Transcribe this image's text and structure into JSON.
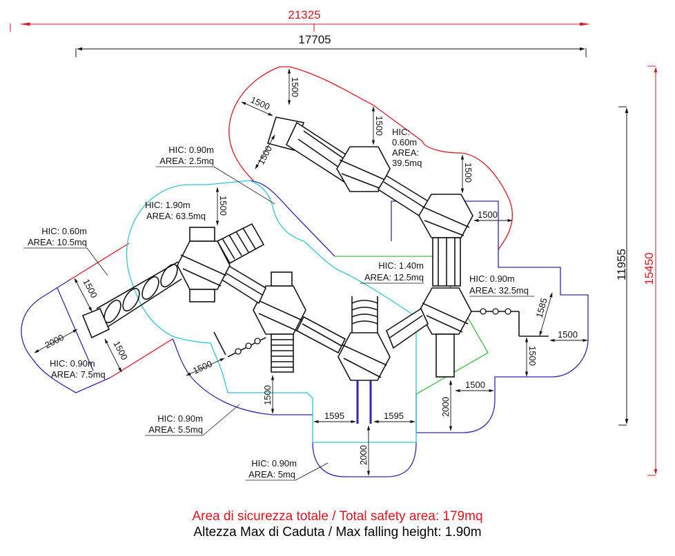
{
  "overall_dimensions": {
    "total_width_mm": "21325",
    "equipment_width_mm": "17705",
    "equipment_depth_mm": "11955",
    "total_depth_mm": "15450"
  },
  "colors": {
    "total_dimension": "#e0141c",
    "equipment_dimension": "#111111",
    "zone_red": "#e0141c",
    "zone_cyan": "#2ec4d6",
    "zone_purple": "#3a1fb0",
    "zone_green": "#3cbf3c"
  },
  "safety_zones": [
    {
      "id": "top-slide",
      "hic": "HIC:",
      "hic_value": "0.60m",
      "area": "AREA:",
      "area_value": "39.5mq",
      "color": "red"
    },
    {
      "id": "upper-left",
      "hic": "HIC: 0.90m",
      "area": "AREA: 2.5mq",
      "color": "purple"
    },
    {
      "id": "central",
      "hic": "HIC: 1.90m",
      "area": "AREA: 63.5mq",
      "color": "cyan"
    },
    {
      "id": "tube-slide",
      "hic": "HIC: 0.60m",
      "area": "AREA: 10.5mq",
      "color": "red"
    },
    {
      "id": "tube-exit",
      "hic": "HIC: 0.90m",
      "area": "AREA: 7.5mq",
      "color": "purple"
    },
    {
      "id": "middle",
      "hic": "HIC: 1.40m",
      "area": "AREA: 12.5mq",
      "color": "green"
    },
    {
      "id": "right",
      "hic": "HIC: 0.90m",
      "area": "AREA: 32.5mq",
      "color": "purple"
    },
    {
      "id": "lower-left",
      "hic": "HIC: 0.90m",
      "area": "AREA: 5.5mq",
      "color": "purple"
    },
    {
      "id": "bottom",
      "hic": "HIC: 0.90m",
      "area": "AREA: 5mq",
      "color": "purple"
    }
  ],
  "clearance_dimensions": {
    "top_slide_top": "1500",
    "top_slide_left": "1500",
    "top_slide_lower": "1500",
    "top_hex_above": "1500",
    "right_hex_above": "1500",
    "right_hex_side": "1500",
    "central_top": "1500",
    "tube_upper": "1500",
    "tube_end": "2000",
    "tube_lower": "1500",
    "left_bridge": "1500",
    "lower_vertical": "1500",
    "bottom_left_span": "1595",
    "bottom_right_span": "1595",
    "bottom_depth": "2000",
    "right_slide_depth": "2000",
    "right_slide_side": "1500",
    "right_rail_diag": "1585",
    "right_rail_side": "1500",
    "right_rail_below": "1500"
  },
  "footer": {
    "total_safety_area": "Area di sicurezza totale / Total safety area: 179mq",
    "max_falling_height": "Altezza Max di Caduta / Max falling height: 1.90m"
  }
}
